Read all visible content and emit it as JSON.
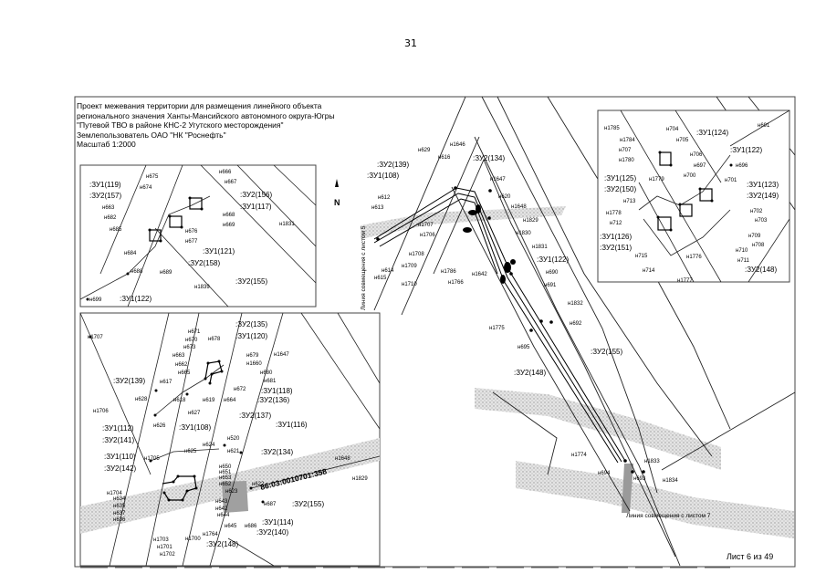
{
  "page_number": "31",
  "header": {
    "line1": "Проект межевания территории для размещения линейного объекта",
    "line2": "регионального значения Ханты-Мансийского автономного округа-Югры",
    "line3": "\"Путевой ТВО в районе КНС-2 Угутского месторождения\"",
    "line4": "Землепользователь ОАО \"НК \"Роснефть\"",
    "line5": "Масштаб 1:2000"
  },
  "sheet_label": "Лист 6 из 49",
  "north_label": "N",
  "cadastral": "86:03:0010701:358",
  "line_notes": {
    "left": "Линия совмещения с листом 5",
    "bottom": "Линия совмещения с листом 7"
  },
  "main_labels": {
    "n629": "н629",
    "n616": "н616",
    "n1646": "н1646",
    "zu2_134": ":ЗУ2(134)",
    "zu2_139": ":ЗУ2(139)",
    "zu1_108": ":ЗУ1(108)",
    "n612": "н612",
    "n613": "н613",
    "n1647": "н1647",
    "n620": "н620",
    "n1648": "н1648",
    "n1829": "н1829",
    "n1707": "н1707",
    "n1706": "н1706",
    "n1708": "н1708",
    "n1830": "н1830",
    "n1831": "н1831",
    "zu1_122": ":ЗУ1(122)",
    "n614": "н614",
    "n615": "н615",
    "n1709": "н1709",
    "n1710": "н1710",
    "n1786": "н1786",
    "n1766": "н1766",
    "n1642": "н1642",
    "n690": "н690",
    "n691": "н691",
    "n1832": "н1832",
    "n692": "н692",
    "n1775": "н1775",
    "n695": "н695",
    "zu2_155": ":ЗУ2(155)",
    "zu2_148": ":ЗУ2(148)",
    "n1774": "н1774",
    "n1833": "н1833",
    "n694": "н694",
    "n693": "н693",
    "n1834": "н1834"
  },
  "inset_topleft": {
    "zu1_119": ":ЗУ1(119)",
    "zu2_157": ":ЗУ2(157)",
    "n675": "н675",
    "n674": "н674",
    "n666": "н666",
    "n667": "н667",
    "zu2_156": ":ЗУ2(156)",
    "zu1_117": ":ЗУ1(117)",
    "n663": "н663",
    "n682": "н682",
    "n685": "н685",
    "n668": "н668",
    "n669": "н669",
    "n676": "н676",
    "n677": "н677",
    "n684": "н684",
    "zu1_121": ":ЗУ1(121)",
    "zu2_158": ":ЗУ2(158)",
    "n688": "н688",
    "n689": "н689",
    "zu2_155": ":ЗУ2(155)",
    "n1839": "н1839",
    "n1831": "н1831",
    "n699": "н699",
    "zu1_122": ":ЗУ1(122)"
  },
  "inset_topright": {
    "n1785": "н1785",
    "n704": "н704",
    "zu1_124": ":ЗУ1(124)",
    "n691": "н691",
    "n1784": "н1784",
    "n705": "н705",
    "n707": "н707",
    "n706": "н706",
    "zu1_122": ":ЗУ1(122)",
    "n1780": "н1780",
    "n697": "н697",
    "n696": "н696",
    "zu1_125": ":ЗУ1(125)",
    "n1779": "н1779",
    "n700": "н700",
    "n701": "н701",
    "zu1_123": ":ЗУ1(123)",
    "zu2_150": ":ЗУ2(150)",
    "zu2_149": ":ЗУ2(149)",
    "n713": "н713",
    "n702": "н702",
    "n1778": "н1778",
    "n703": "н703",
    "n712": "н712",
    "zu1_126": ":ЗУ1(126)",
    "n709": "н709",
    "n708": "н708",
    "zu2_151": ":ЗУ2(151)",
    "n710": "н710",
    "n715": "н715",
    "n1776": "н1776",
    "n711": "н711",
    "n714": "н714",
    "zu2_148": ":ЗУ2(148)",
    "n1777": "н1777"
  },
  "inset_bottomleft": {
    "zu2_135": ":ЗУ2(135)",
    "n671": "н671",
    "n670": "н670",
    "n678": "н678",
    "zu1_120": ":ЗУ1(120)",
    "n1707": "н1707",
    "n673": "н673",
    "n663": "н663",
    "n679": "н679",
    "n1647": "н1647",
    "n662": "н662",
    "n1660": "н1660",
    "n665": "н665",
    "n680": "н680",
    "n681": "н681",
    "zu2_139": ":ЗУ2(139)",
    "n617": "н617",
    "n672": "н672",
    "zu1_118": ":ЗУ1(118)",
    "n628": "н628",
    "n618": "н618",
    "n619": "н619",
    "n664": "н664",
    "zu2_136": ":ЗУ2(136)",
    "n1706": "н1706",
    "n627": "н627",
    "zu2_137": ":ЗУ2(137)",
    "zu1_116": ":ЗУ1(116)",
    "zu1_112": ":ЗУ1(112)",
    "n626": "н626",
    "zu1_108": ":ЗУ1(108)",
    "zu2_141": ":ЗУ2(141)",
    "n520": "н520",
    "n624": "н624",
    "n625": "н625",
    "n621": "н621",
    "zu2_134": ":ЗУ2(134)",
    "zu1_110": ":ЗУ1(110)",
    "n1705": "н1705",
    "n1648": "н1648",
    "zu2_142": ":ЗУ2(142)",
    "n650": "н650",
    "n651": "н651",
    "n653": "н653",
    "n652": "н652",
    "n622": "н622",
    "n1829": "н1829",
    "n1704": "н1704",
    "n634": "н634",
    "n623": "н623",
    "n635": "н635",
    "n643": "н643",
    "n637": "н637",
    "n642": "н642",
    "n687": "н687",
    "zu2_155": ":ЗУ2(155)",
    "n636": "н636",
    "n644": "н644",
    "zu1_114": ":ЗУ1(114)",
    "n645": "н645",
    "n686": "н686",
    "zu2_140": ":ЗУ2(140)",
    "n1703": "н1703",
    "n1764": "н1764",
    "n1700": "н1700",
    "n1701": "н1701",
    "zu2_148": ":ЗУ2(148)",
    "n1702": "н1702"
  }
}
